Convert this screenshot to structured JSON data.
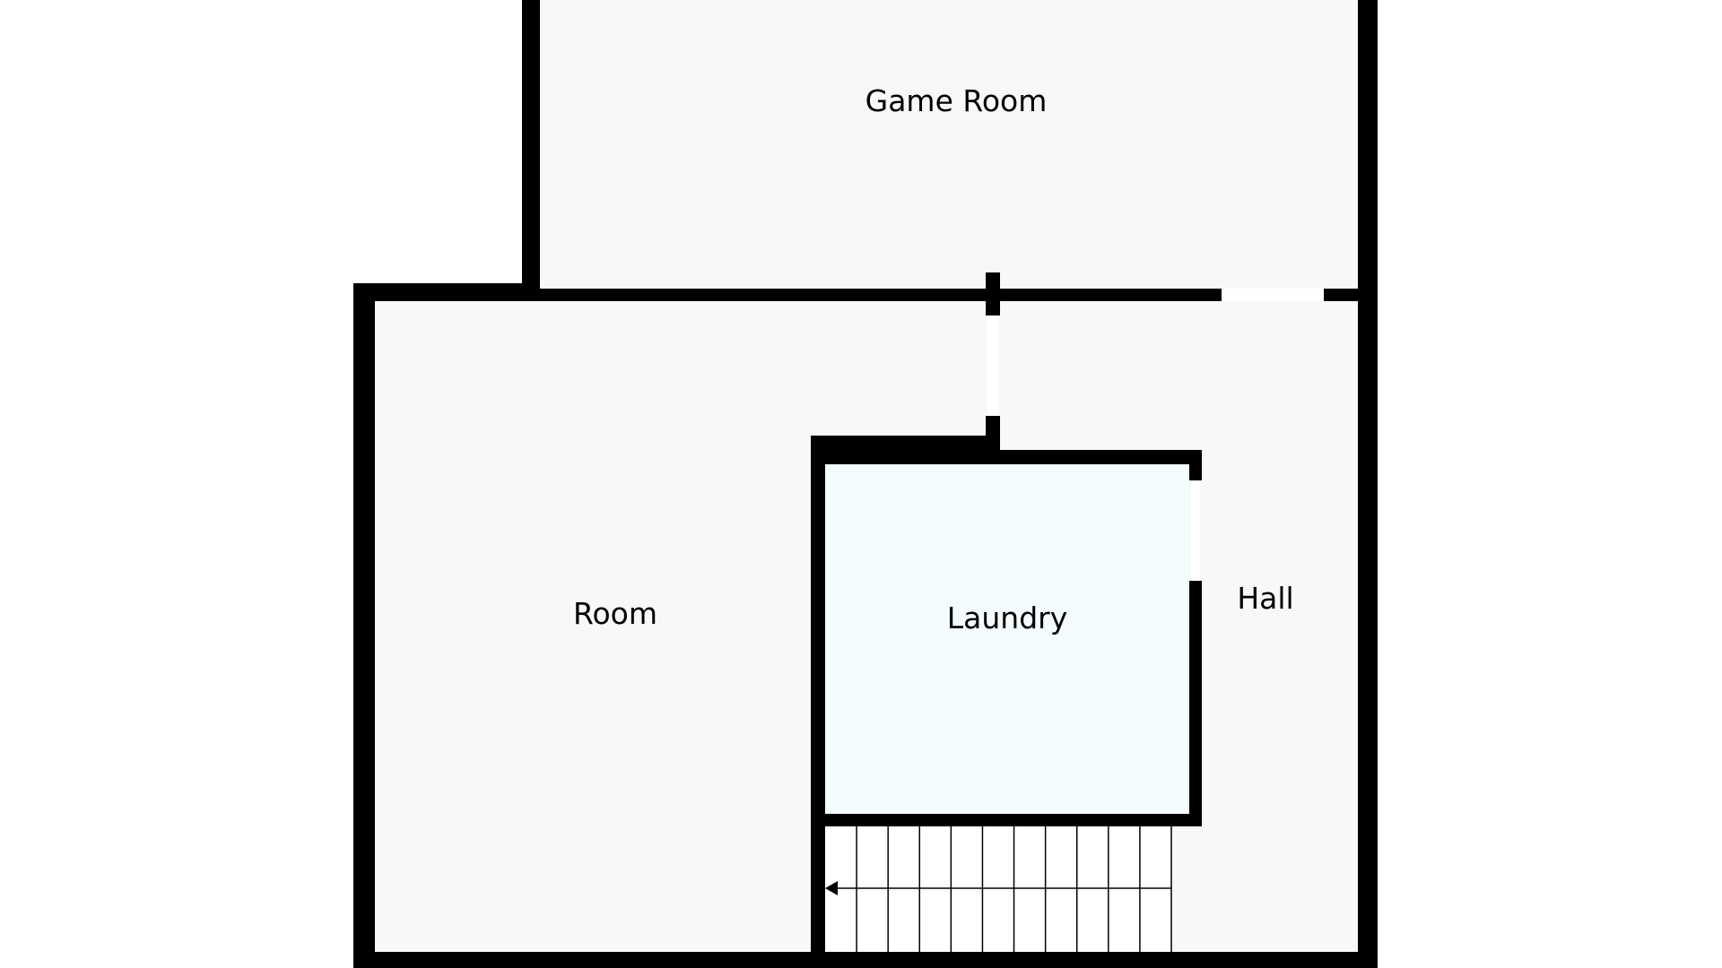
{
  "floorplan": {
    "rooms": [
      {
        "id": "game-room",
        "label": "Game Room"
      },
      {
        "id": "room",
        "label": "Room"
      },
      {
        "id": "laundry",
        "label": "Laundry"
      },
      {
        "id": "hall",
        "label": "Hall"
      }
    ],
    "stairs": {
      "treads": 11,
      "direction": "left"
    }
  },
  "colors": {
    "wall": "#000000",
    "floor": "#f8f8f8",
    "laundry_floor": "#f4fbfc",
    "opening": "#ffffff",
    "stair_line": "#000000"
  }
}
